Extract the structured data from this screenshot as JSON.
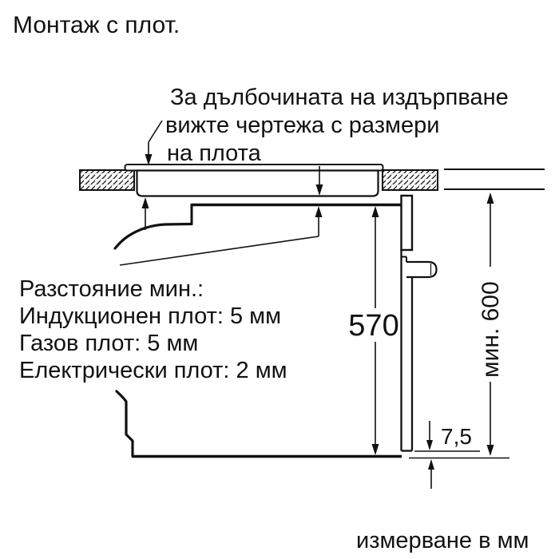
{
  "title": "Монтаж с плот.",
  "callout": {
    "line1": "За дълбочината на издърпване",
    "line2": "вижте чертежа с размери",
    "line3": "на плота"
  },
  "clearance_note": {
    "heading": "Разстояние мин.:",
    "induction": "Индукционен плот: 5 мм",
    "gas": "Газов плот: 5 мм",
    "electric": "Електрически плот: 2 мм"
  },
  "dimensions": {
    "oven_height_mm": "570",
    "min_cabinet_height": "мин. 600",
    "door_gap_mm": "7,5"
  },
  "footer_note": "измерване в мм",
  "colors": {
    "ink": "#111111",
    "background": "#ffffff"
  }
}
